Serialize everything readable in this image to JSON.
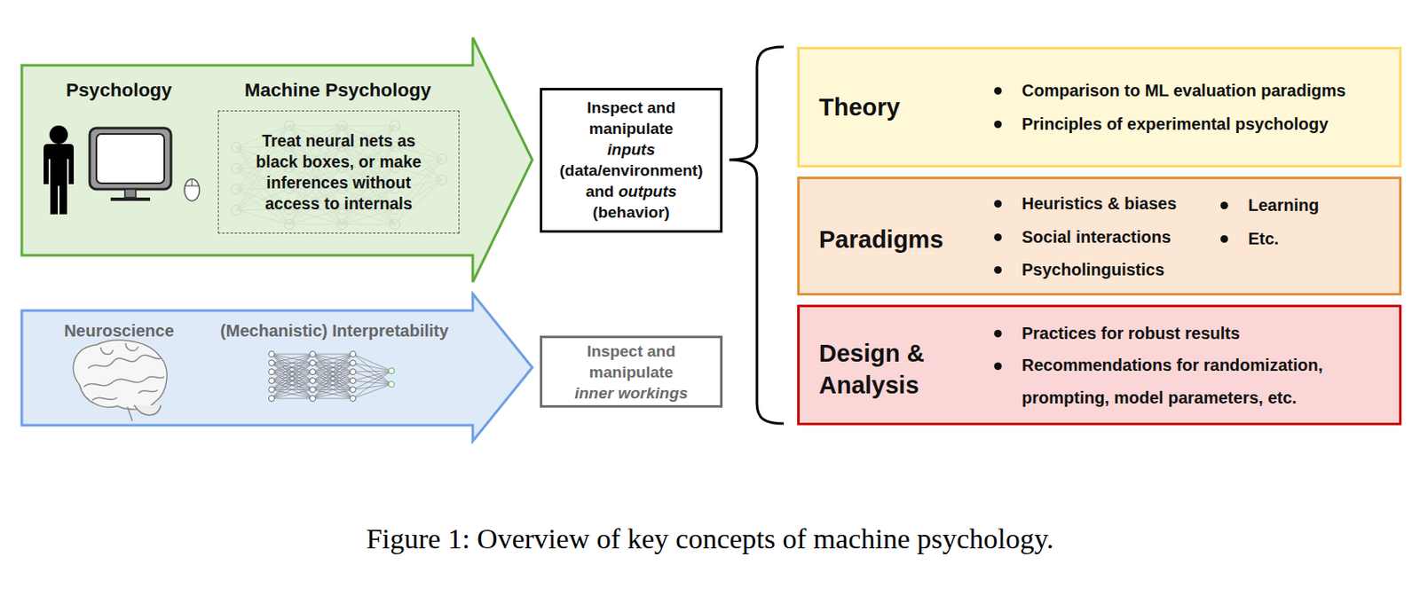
{
  "diagram": {
    "caption": "Figure 1: Overview of key concepts of machine psychology.",
    "nodes": [
      {
        "text": [
          "Psychology",
          "Machine Psychology"
        ]
      },
      {
        "text": [
          "Treat neural nets as black boxes, or make inferences without access to internals"
        ],
        "in": 0
      },
      {
        "text": [
          "Neuroscience",
          "(Mechanistic) Interpretability"
        ]
      },
      {
        "text": [
          "Inspect and manipulate inputs (data/environment) and outputs (behavior)"
        ]
      },
      {
        "text": [
          "Inspect and manipulate inner workings"
        ]
      },
      {
        "text": [
          "Theory",
          "Comparison to ML evaluation paradigms",
          "Principles of experimental psychology"
        ]
      },
      {
        "text": [
          "Paradigms",
          "Heuristics & biases",
          "Social interactions",
          "Psycholinguistics",
          "Learning",
          "Etc."
        ]
      },
      {
        "text": [
          "Design & Analysis",
          "Practices for robust results",
          "Recommendations for randomization, prompting, model parameters, etc."
        ]
      }
    ]
  }
}
